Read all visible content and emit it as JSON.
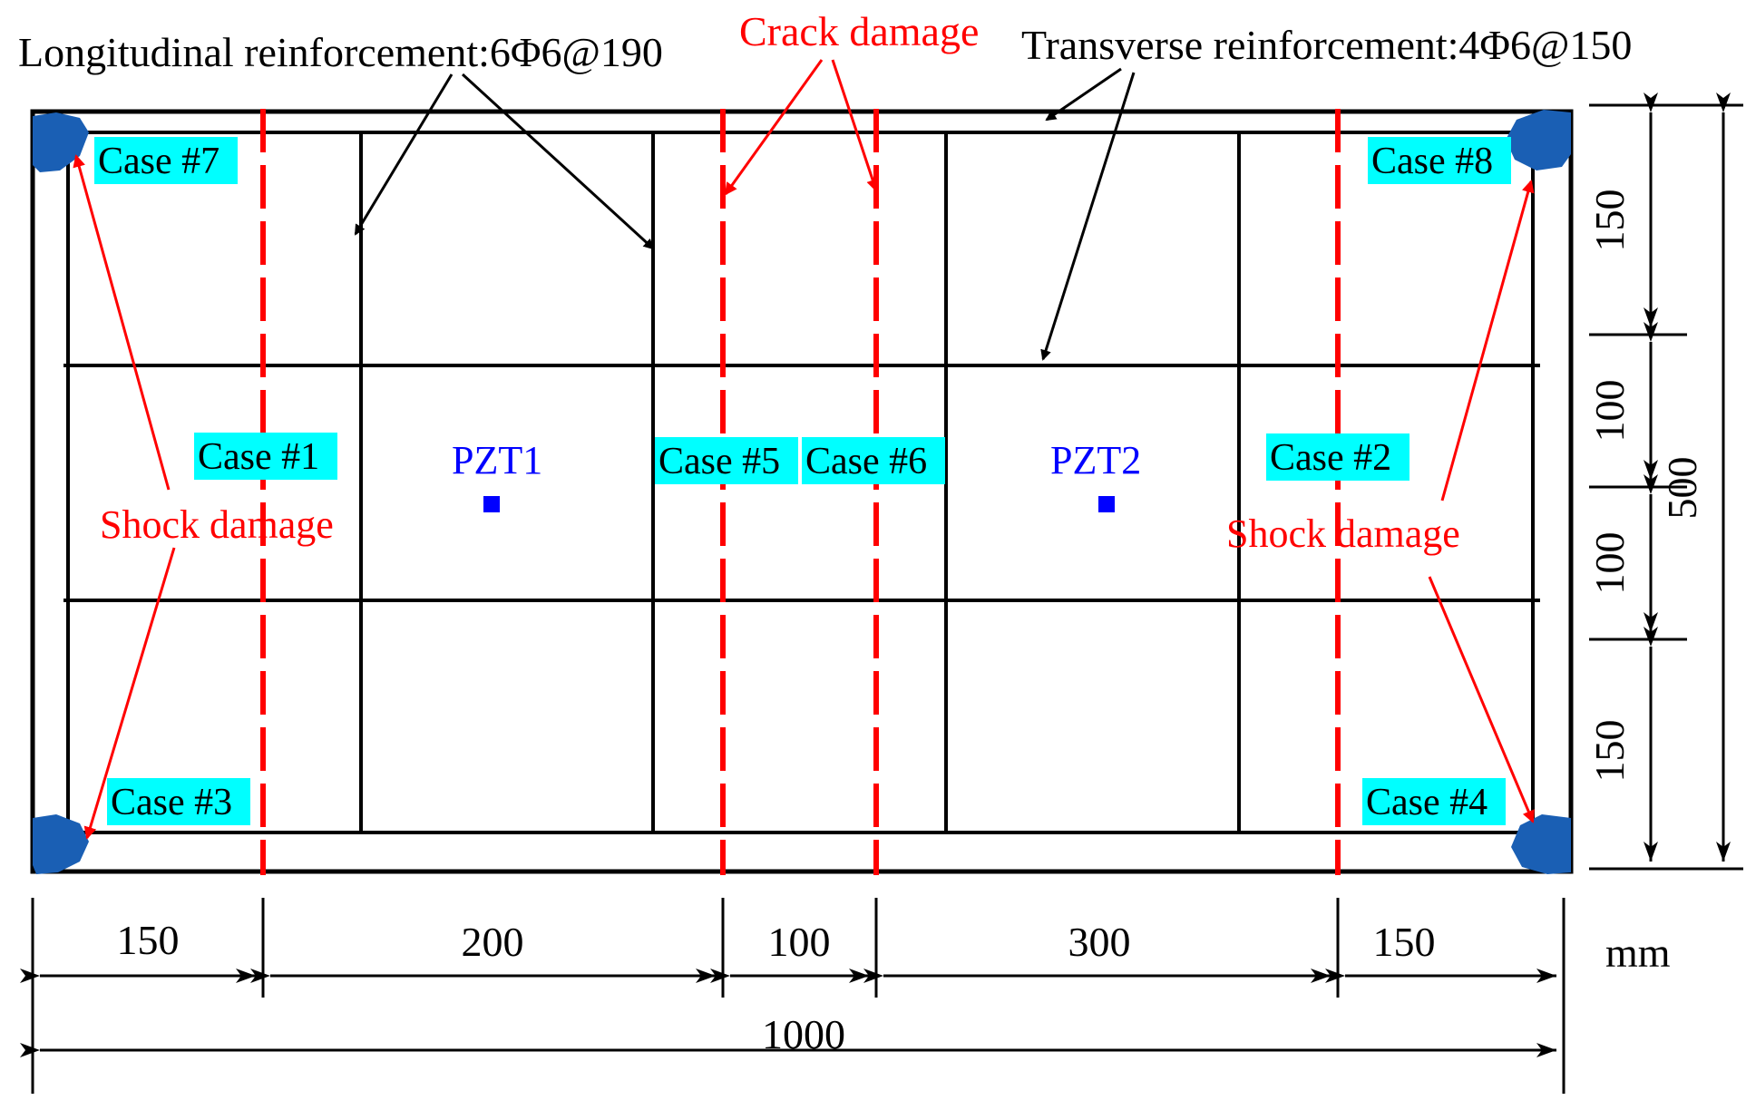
{
  "annotations": {
    "longitudinal": "Longitudinal reinforcement:6Φ6@190",
    "crack": "Crack damage",
    "transverse": "Transverse reinforcement:4Φ6@150",
    "shock_left": "Shock damage",
    "shock_right": "Shock damage"
  },
  "sensors": [
    {
      "label": "PZT1"
    },
    {
      "label": "PZT2"
    }
  ],
  "cases": [
    {
      "label": "Case #1"
    },
    {
      "label": "Case #2"
    },
    {
      "label": "Case #3"
    },
    {
      "label": "Case #4"
    },
    {
      "label": "Case #5"
    },
    {
      "label": "Case #6"
    },
    {
      "label": "Case #7"
    },
    {
      "label": "Case #8"
    }
  ],
  "dimensions": {
    "horizontal": [
      "150",
      "200",
      "100",
      "300",
      "150"
    ],
    "total_width": "1000",
    "vertical": [
      "150",
      "100",
      "100",
      "150"
    ],
    "total_height": "500",
    "unit": "mm"
  },
  "colors": {
    "damage": "#ff0000",
    "case_highlight": "#00ffff",
    "sensor": "#0000ff",
    "corner_damage": "#1a5fb4"
  }
}
